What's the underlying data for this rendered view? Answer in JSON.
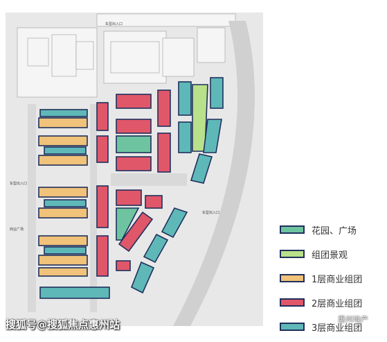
{
  "map": {
    "labels": {
      "north_entrance": "车型出入口",
      "west_entrance": "车型出入口",
      "east_entrance": "车型出入口",
      "west_note": "商业广场"
    }
  },
  "legend": {
    "items": [
      {
        "label": "花园、广场",
        "fill": "#6ec4a0"
      },
      {
        "label": "组团景观",
        "fill": "#b9e08a"
      },
      {
        "label": "1层商业组团",
        "fill": "#f0c27a"
      },
      {
        "label": "2层商业组团",
        "fill": "#e0576a"
      },
      {
        "label": "3层商业组团",
        "fill": "#5fb8b8"
      }
    ]
  },
  "watermark": {
    "left_text": "搜狐号@搜狐焦点惠州站",
    "right_text": "惠州地产"
  },
  "colors": {
    "outline": "#1f2f5c",
    "road": "#cfcfcf",
    "site_bg": "#e6e6e6",
    "buildings_bg": "#f3f3f3"
  }
}
